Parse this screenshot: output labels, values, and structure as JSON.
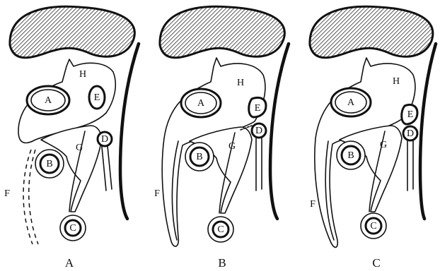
{
  "panels": [
    {
      "caption": "A",
      "labels": {
        "A": "A",
        "B": "B",
        "C": "C",
        "D": "D",
        "E": "E",
        "F": "F",
        "G": "G",
        "H": "H"
      }
    },
    {
      "caption": "B",
      "labels": {
        "A": "A",
        "B": "B",
        "C": "C",
        "D": "D",
        "E": "E",
        "F": "F",
        "G": "G",
        "H": "H"
      }
    },
    {
      "caption": "C",
      "labels": {
        "A": "A",
        "B": "B",
        "C": "C",
        "D": "D",
        "E": "E",
        "F": "F",
        "G": "G",
        "H": "H"
      }
    }
  ]
}
